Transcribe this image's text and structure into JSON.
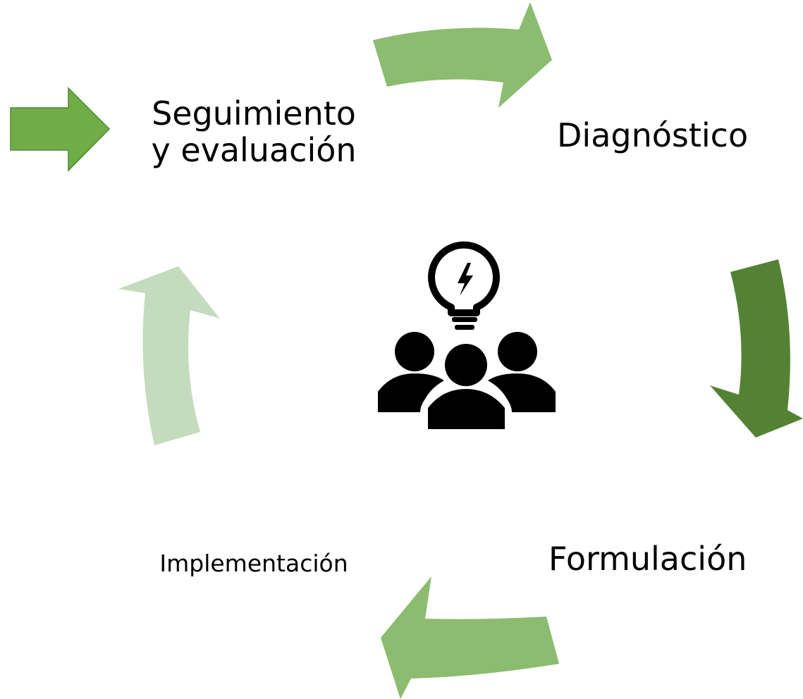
{
  "stages": {
    "seguimiento": {
      "line1": "Seguimiento",
      "line2": "y evaluación"
    },
    "diagnostico": {
      "label": "Diagnóstico"
    },
    "formulacion": {
      "label": "Formulación"
    },
    "implementacion": {
      "label": "Implementación"
    }
  },
  "icons": {
    "center": "team-idea-lightbulb-icon",
    "entry": "entry-arrow-icon"
  },
  "colors": {
    "entry_arrow": "#70AD47",
    "arrow_top": "#8BBC6F",
    "arrow_right": "#548235",
    "arrow_bottom": "#8BBC6F",
    "arrow_left": "#C5DBBE",
    "icon": "#000000",
    "text": "#000000",
    "background": "#FFFFFF"
  }
}
